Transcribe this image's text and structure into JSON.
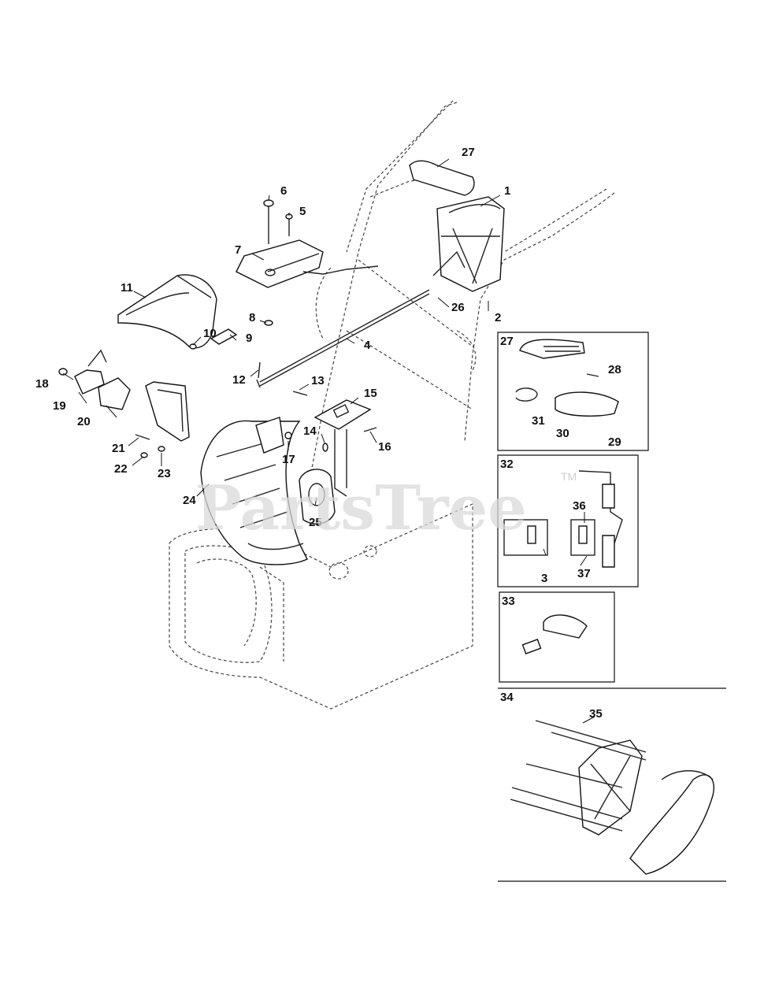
{
  "watermark": {
    "text": "PartsTree",
    "trademark": "TM"
  },
  "callouts": [
    "1",
    "2",
    "3",
    "4",
    "5",
    "6",
    "7",
    "8",
    "9",
    "10",
    "11",
    "12",
    "13",
    "14",
    "15",
    "16",
    "17",
    "18",
    "19",
    "20",
    "21",
    "22",
    "23",
    "24",
    "25",
    "26",
    "27",
    "28",
    "29",
    "30",
    "31",
    "32",
    "33",
    "34",
    "35",
    "36",
    "37"
  ],
  "inset_labels": {
    "kit_27": "27",
    "kit_32": "32",
    "kit_33": "33",
    "kit_34": "34"
  },
  "colors": {
    "line": "#111111",
    "background": "#ffffff",
    "watermark": "#d9d9d9"
  }
}
